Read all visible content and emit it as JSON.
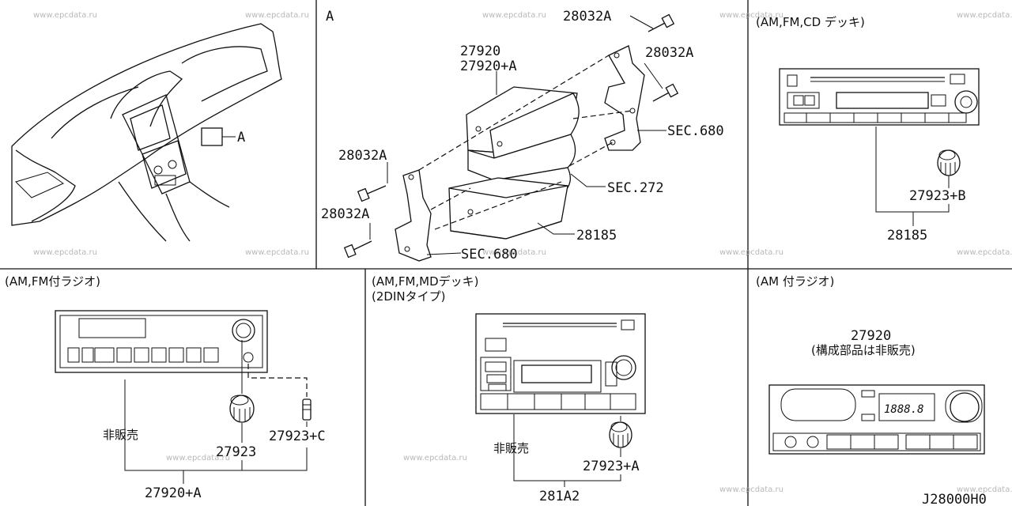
{
  "watermark": "www.epcdata.ru",
  "panels": {
    "dashboard": {
      "callout": "A"
    },
    "exploded": {
      "title": "A",
      "labels": {
        "screw_top": "28032A",
        "screw_right": "28032A",
        "unit": "27920",
        "unit_a": "27920+A",
        "sec680_top": "SEC.680",
        "screw_left_upper": "28032A",
        "sec272": "SEC.272",
        "screw_left_lower": "28032A",
        "bracket": "28185",
        "sec680_bottom": "SEC.680"
      }
    },
    "am_fm_cd": {
      "title": "(AM,FM,CD デッキ)",
      "knob": "27923+B",
      "bracket": "28185"
    },
    "am_fm_radio": {
      "title": "(AM,FM付ラジオ)",
      "not_sold": "非販売",
      "knob": "27923",
      "knob_c": "27923+C",
      "assembly": "27920+A"
    },
    "am_fm_md": {
      "title": "(AM,FM,MDデッキ)",
      "subtitle": "(2DINタイプ)",
      "not_sold": "非販売",
      "knob": "27923+A",
      "assembly": "281A2"
    },
    "am_radio": {
      "title": "(AM 付ラジオ)",
      "part": "27920",
      "note": "(構成部品は非販売)",
      "display": "1888.8"
    }
  },
  "diagram_code": "J28000H0"
}
